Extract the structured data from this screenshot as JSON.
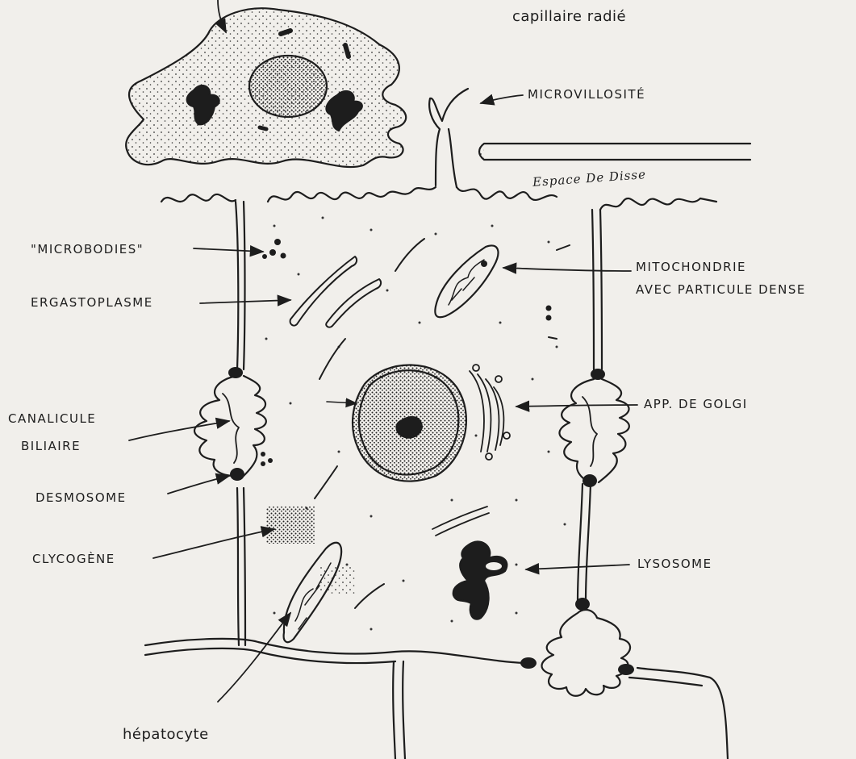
{
  "labels": {
    "capillaire": "capillaire radié",
    "microvillosite": "MICROVILLOSITÉ",
    "espace_disse": "Espace De Disse",
    "microbodies": "\"MICROBODIES\"",
    "ergastoplasme": "ERGASTOPLASME",
    "mitochondrie_l1": "MITOCHONDRIE",
    "mitochondrie_l2": "AVEC PARTICULE DENSE",
    "canalicule_l1": "CANALICULE",
    "canalicule_l2": "BILIAIRE",
    "golgi": "APP. DE GOLGI",
    "desmosome": "DESMOSOME",
    "glycogene": "CLYCOGÈNE",
    "lysosome": "LYSOSOME",
    "hepatocyte": "hépatocyte"
  },
  "colors": {
    "ink": "#1d1d1d",
    "paper": "#f1efeb"
  }
}
